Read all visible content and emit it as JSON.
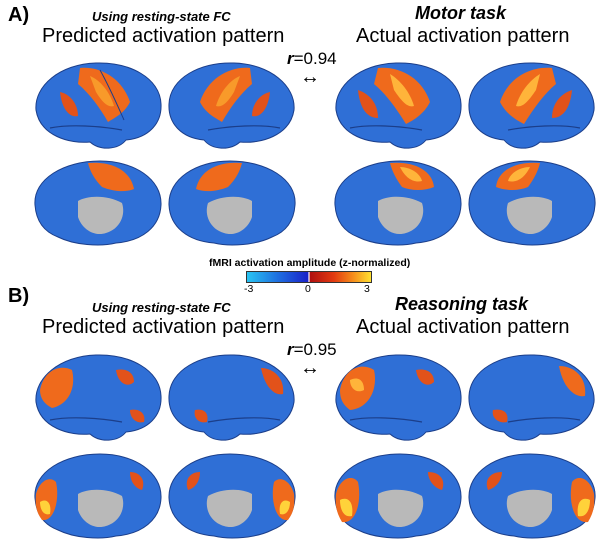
{
  "panelA": {
    "label": "A)",
    "left_subtitle": "Using resting-state FC",
    "left_title": "Predicted activation pattern",
    "right_task": "Motor task",
    "right_title": "Actual activation pattern",
    "r_symbol": "r",
    "r_value": "=0.94",
    "arrow": "↔"
  },
  "panelB": {
    "label": "B)",
    "left_subtitle": "Using resting-state FC",
    "left_title": "Predicted activation pattern",
    "right_task": "Reasoning task",
    "right_title": "Actual activation pattern",
    "r_symbol": "r",
    "r_value": "=0.95",
    "arrow": "↔"
  },
  "colorbar": {
    "title": "fMRI activation amplitude (z-normalized)",
    "tick_min": "-3",
    "tick_mid": "0",
    "tick_max": "3",
    "colors": [
      "#29c4f2",
      "#1f6fe0",
      "#1a22c8",
      "#b01010",
      "#e23a10",
      "#f58a1a",
      "#ffe030"
    ]
  },
  "colors": {
    "cortex_blue": "#2f6fd6",
    "cortex_light": "#3fb0ea",
    "activation_orange": "#ef6a1c",
    "activation_yellow": "#ffd23a",
    "medial_wall": "#b9b9b9"
  }
}
